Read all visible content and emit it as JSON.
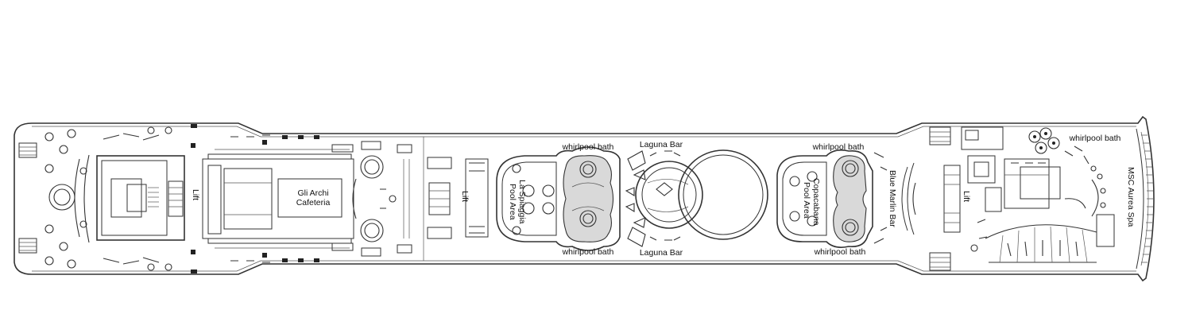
{
  "labels": {
    "lift_fwd": "Lift",
    "cafeteria_line1": "Gli Archi",
    "cafeteria_line2": "Cafeteria",
    "lift_mid": "Lift",
    "la_spiaggia_line1": "La Spiaggia",
    "la_spiaggia_line2": "Pool Area",
    "whirlpool_top_left": "whirlpool bath",
    "whirlpool_bottom_left": "whirlpool bath",
    "laguna_bar_top": "Laguna Bar",
    "laguna_bar_bottom": "Laguna Bar",
    "whirlpool_top_right": "whirlpool bath",
    "whirlpool_bottom_right": "whirlpool bath",
    "copacabana_line1": "Copacabana",
    "copacabana_line2": "Pool Area",
    "blue_marlin_bar": "Blue Marlin Bar",
    "lift_aft": "Lift",
    "whirlpool_spa": "whirlpool bath",
    "aurea_spa": "MSC Aurea Spa"
  },
  "colors": {
    "line": "#333333",
    "fill_grey": "#d9d9d9",
    "background": "#ffffff"
  }
}
